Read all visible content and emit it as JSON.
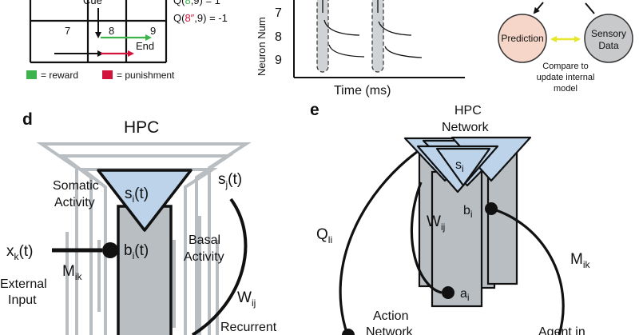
{
  "colors": {
    "hpc_blue": "#bcd3ea",
    "hpc_gray": "#b9bec2",
    "reward_green": "#3cb44b",
    "punish_red": "#d2143c",
    "prediction_fill": "#f6d6c8",
    "sensory_fill": "#c7c9cb",
    "compare_arrow": "#e6e62a"
  },
  "panel_a": {
    "cell_7": "7",
    "cell_8": "8",
    "cell_9": "9",
    "cue_label": "Cue",
    "end_label": "End",
    "q_line_1_prefix": "Q(",
    "q_line_1_state": "8",
    "q_line_1_suffix": ",9) = 1",
    "q_line_2_prefix": "Q(",
    "q_line_2_state": "8″",
    "q_line_2_suffix": ",9) = -1",
    "legend_reward": "= reward",
    "legend_punishment": "= punishment"
  },
  "panel_b": {
    "y_axis_label": "Neuron Num",
    "x_axis_label": "Time (ms)",
    "neuron_ticks": [
      "7",
      "8",
      "9"
    ]
  },
  "panel_c": {
    "prediction": "Prediction",
    "sensory_line1": "Sensory",
    "sensory_line2": "Data",
    "compare_line1": "Compare to",
    "compare_line2": "update internal",
    "compare_line3": "model"
  },
  "panel_d": {
    "panel_letter": "d",
    "hpc": "HPC",
    "somatic_line1": "Somatic",
    "somatic_line2": "Activity",
    "basal_line1": "Basal",
    "basal_line2": "Activity",
    "s_i_base": "s",
    "s_i_sub": "i",
    "s_i_tail": "(t)",
    "s_j_base": "s",
    "s_j_sub": "j",
    "s_j_tail": "(t)",
    "b_i_base": "b",
    "b_i_sub": "i",
    "b_i_tail": "(t)",
    "x_k_base": "x",
    "x_k_sub": "k",
    "x_k_tail": "(t)",
    "m_base": "M",
    "m_sub": "ik",
    "external_line1": "External",
    "external_line2": "Input",
    "w_base": "W",
    "w_sub": "ij",
    "recurrent": "Recurrent"
  },
  "panel_e": {
    "panel_letter": "e",
    "hpc_line1": "HPC",
    "hpc_line2": "Network",
    "s_base": "s",
    "s_sub": "i",
    "b_base": "b",
    "b_sub": "i",
    "a_base": "a",
    "a_sub": "i",
    "w_base": "W",
    "w_sub": "ij",
    "q_base": "Q",
    "q_sub": "li",
    "m_base": "M",
    "m_sub": "ik",
    "action_line1": "Action",
    "action_line2": "Network",
    "agent_line1": "Agent in"
  }
}
